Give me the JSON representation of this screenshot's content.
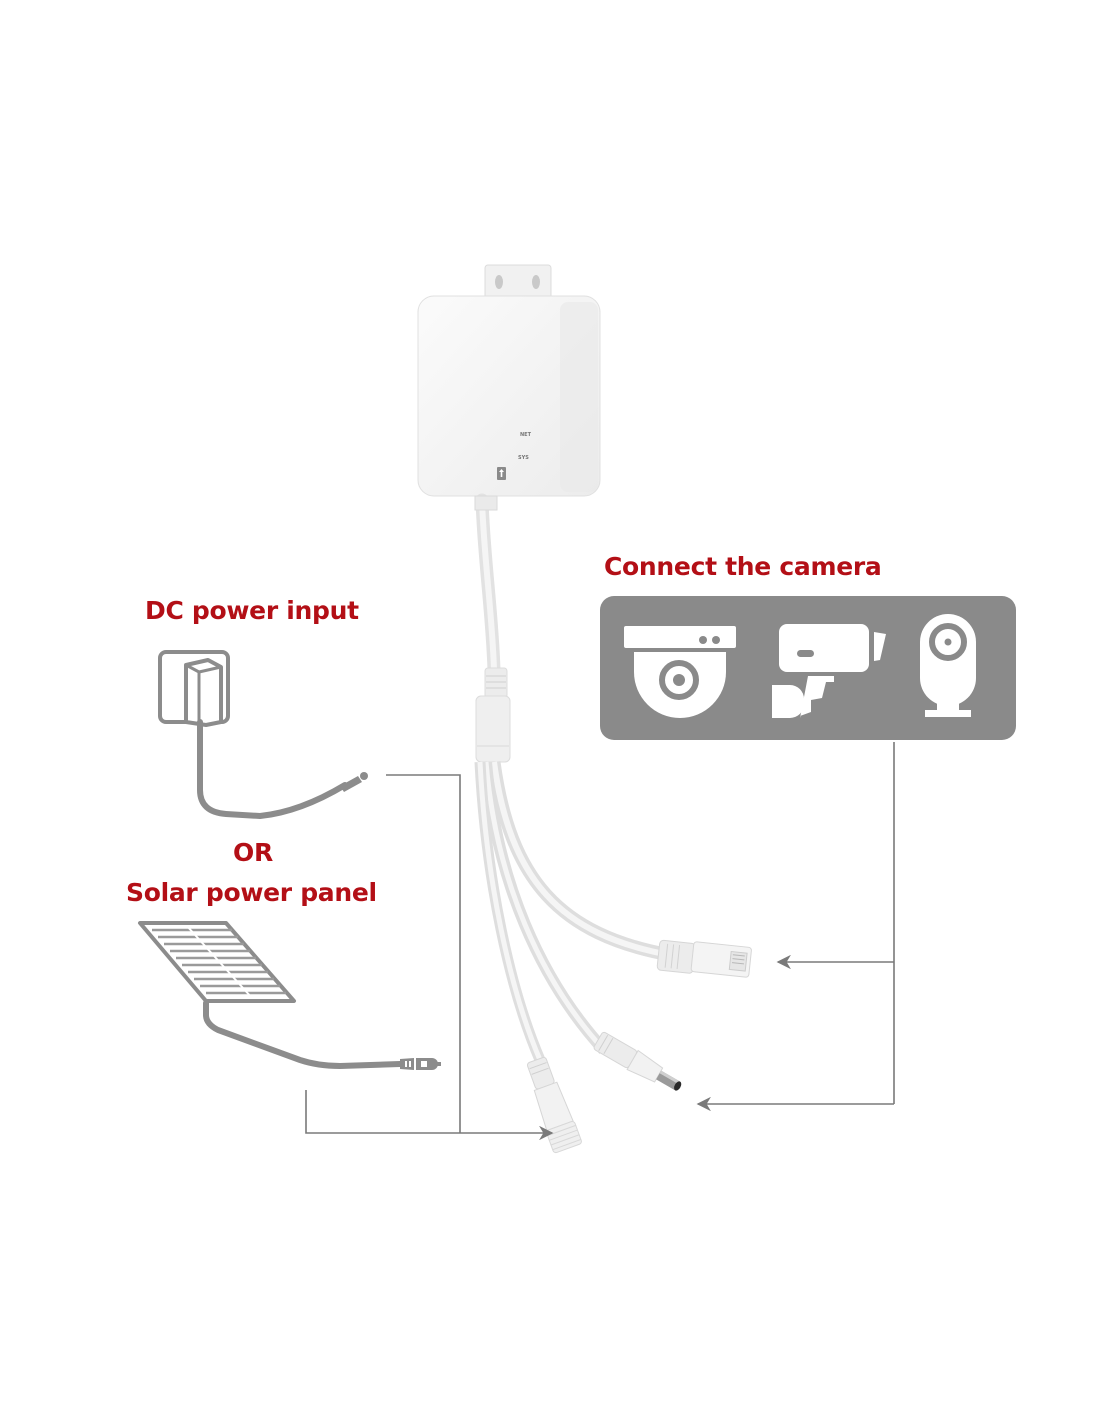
{
  "diagram": {
    "title": "PoE splitter connection diagram",
    "labels": {
      "dc_power_input": "DC power input",
      "or": "OR",
      "solar_power_panel": "Solar power panel",
      "connect_the_camera": "Connect the camera"
    },
    "device": {
      "led_labels": [
        "NET",
        "SYS"
      ],
      "icon": "upload-arrow-icon"
    },
    "camera_types": [
      "dome-camera-icon",
      "bullet-camera-icon",
      "indoor-cube-camera-icon"
    ],
    "power_sources": [
      "wall-adapter-icon",
      "solar-panel-icon"
    ],
    "outputs": [
      "rj45-ethernet-plug",
      "dc-male-barrel-plug",
      "dc-female-waterproof-jack"
    ],
    "colors": {
      "label_red": "#b30f16",
      "panel_gray": "#8a8a8a",
      "icon_gray": "#8c8c8c",
      "line_gray": "#7a7a7a",
      "cable_white": "#ececec"
    }
  }
}
